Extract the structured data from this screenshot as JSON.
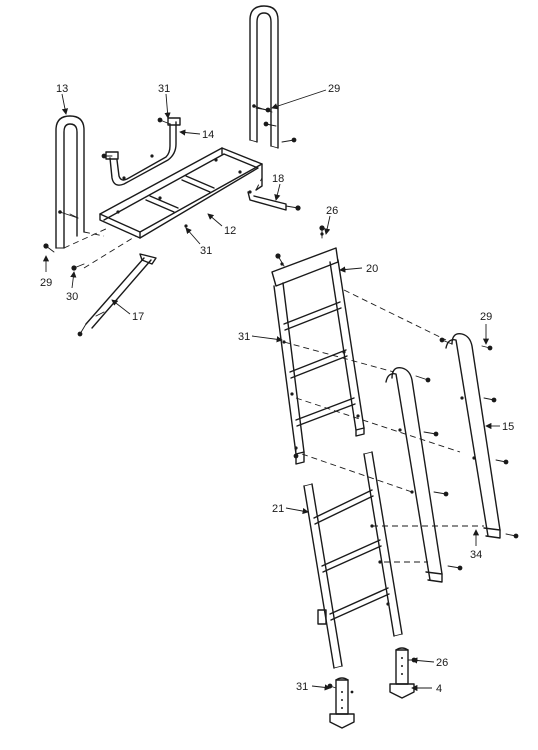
{
  "callouts": {
    "c13": "13",
    "c31_top": "31",
    "c14": "14",
    "c29_top": "29",
    "c18": "18",
    "c12": "12",
    "c31_mid": "31",
    "c29_left": "29",
    "c30": "30",
    "c17": "17",
    "c26_top": "26",
    "c20": "20",
    "c31_ladder": "31",
    "c29_right": "29",
    "c15": "15",
    "c21": "21",
    "c34": "34",
    "c26_bottom": "26",
    "c31_bottom": "31",
    "c4": "4"
  }
}
